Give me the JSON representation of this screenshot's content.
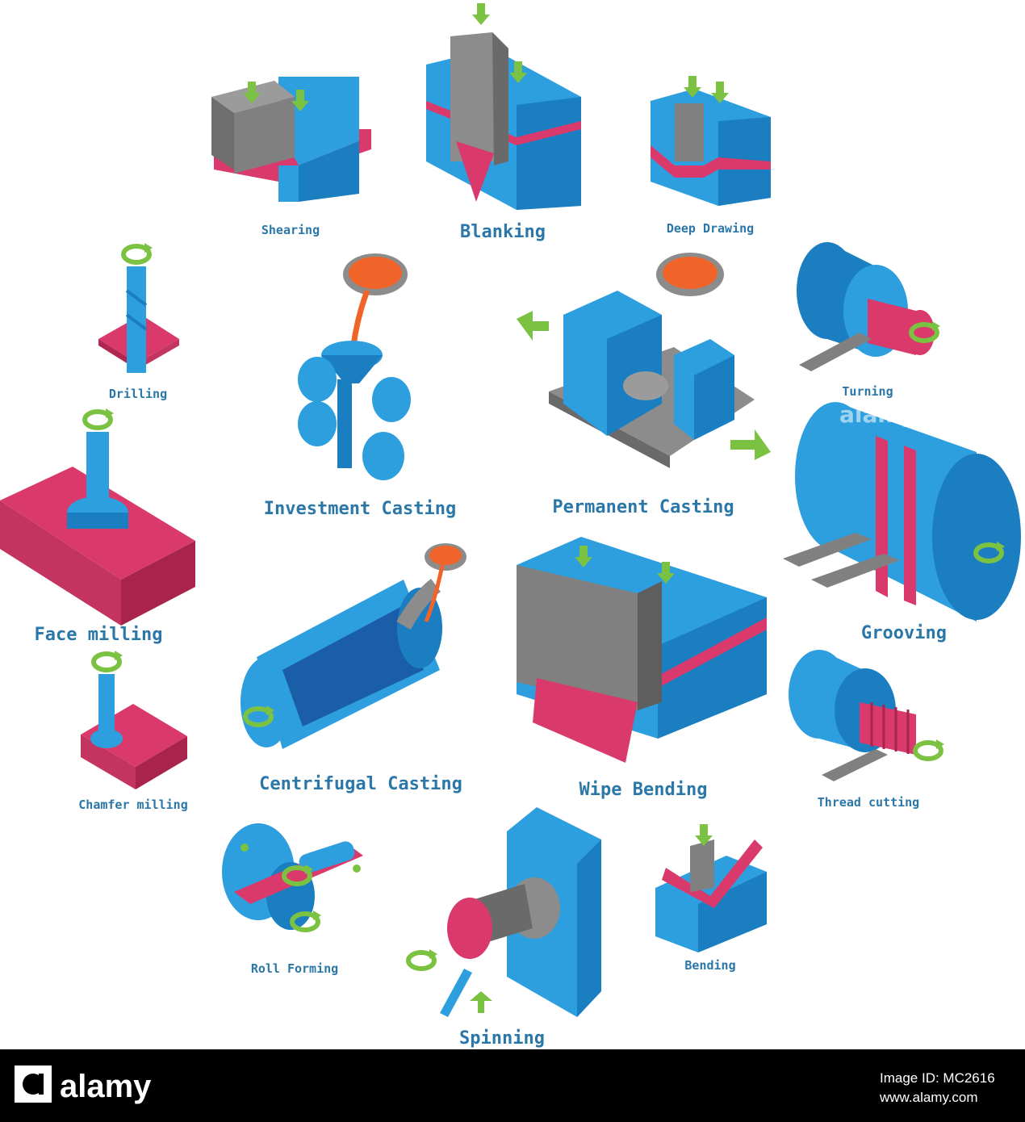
{
  "labels": {
    "shearing": "Shearing",
    "blanking": "Blanking",
    "deep_drawing": "Deep Drawing",
    "drilling": "Drilling",
    "turning": "Turning",
    "investment_casting": "Investment Casting",
    "permanent_casting": "Permanent Casting",
    "face_milling": "Face milling",
    "grooving": "Grooving",
    "centrifugal_casting": "Centrifugal Casting",
    "wipe_bending": "Wipe Bending",
    "chamfer_milling": "Chamfer milling",
    "thread_cutting": "Thread cutting",
    "roll_forming": "Roll Forming",
    "bending": "Bending",
    "spinning": "Spinning"
  },
  "watermark": "alamy",
  "footer": {
    "logo_text": "alamy",
    "image_id": "Image ID: MC2616",
    "url": "www.alamy.com"
  },
  "colors": {
    "blue": "#2e9fde",
    "blue_dark": "#1a7ec0",
    "magenta": "#d93a6b",
    "gray": "#808080",
    "gray_dark": "#5e5e5e",
    "green": "#7cc242",
    "molten": "#f0642a",
    "label": "#2b77a8"
  },
  "icons": [
    "shearing-icon",
    "blanking-icon",
    "deep-drawing-icon",
    "drilling-icon",
    "turning-icon",
    "investment-casting-icon",
    "permanent-casting-icon",
    "face-milling-icon",
    "grooving-icon",
    "centrifugal-casting-icon",
    "wipe-bending-icon",
    "chamfer-milling-icon",
    "thread-cutting-icon",
    "roll-forming-icon",
    "bending-icon",
    "spinning-icon"
  ]
}
